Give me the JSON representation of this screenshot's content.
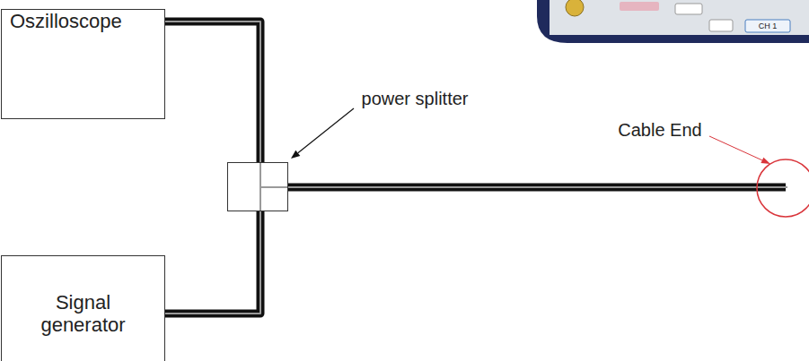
{
  "diagram": {
    "nodes": [
      {
        "text": [
          "Oszilloscope"
        ]
      },
      {
        "text": [
          "Signal generator"
        ]
      }
    ],
    "edges": [
      {
        "from": 0,
        "to": 1,
        "arrow": "none"
      }
    ],
    "labels": [
      "power splitter",
      "Cable End",
      "CH 1"
    ]
  }
}
